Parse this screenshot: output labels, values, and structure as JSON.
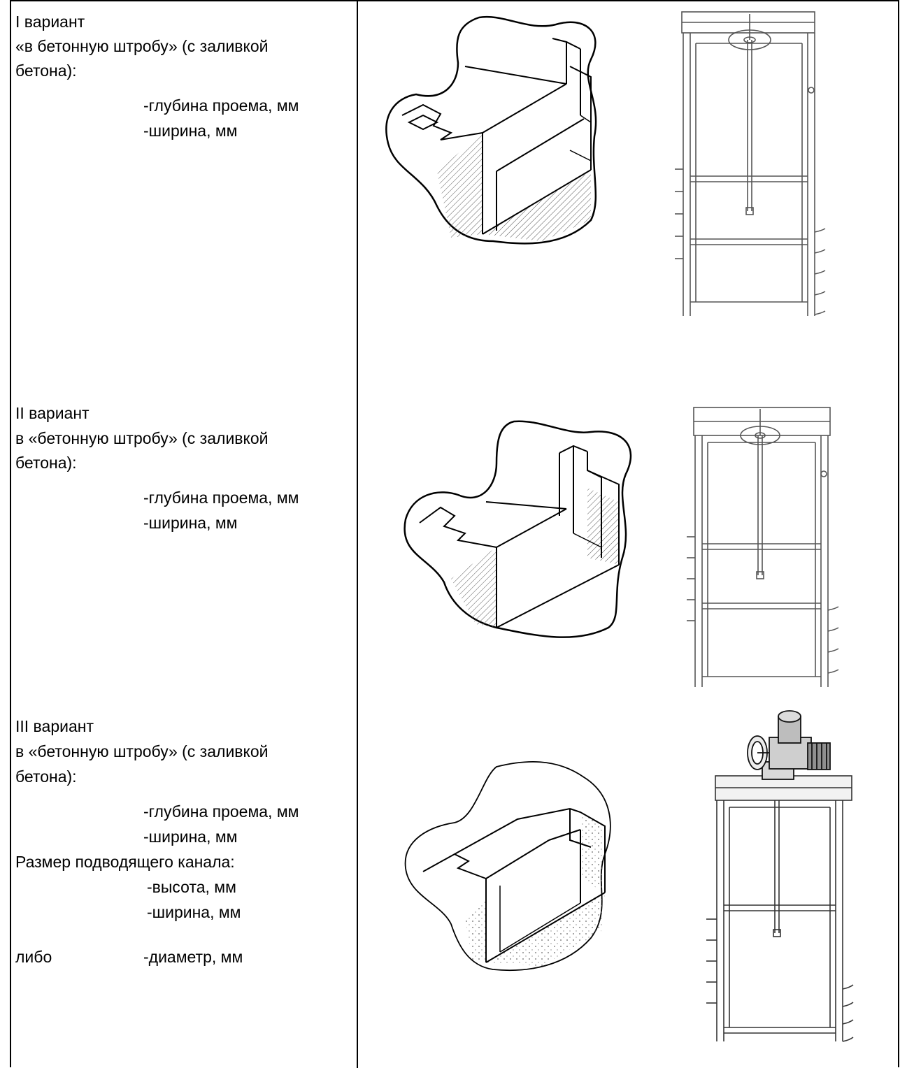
{
  "variants": [
    {
      "title": "I вариант",
      "line2": "«в бетонную штробу» (с заливкой",
      "line3": "бетона):",
      "depth": "-глубина проема, мм",
      "width": "-ширина, мм"
    },
    {
      "title": "II вариант",
      "line2": "в «бетонную штробу» (с заливкой",
      "line3": "бетона):",
      "depth": "-глубина проема, мм",
      "width": "-ширина, мм"
    },
    {
      "title": "III вариант",
      "line2": "в «бетонную штробу» (с заливкой",
      "line3": "бетона):",
      "depth": "-глубина проема, мм",
      "width": "-ширина, мм",
      "channel_heading": "Размер подводящего канала:",
      "channel_height": "-высота, мм",
      "channel_width": "-ширина, мм",
      "or_label": "либо",
      "diameter": "-диаметр, мм"
    }
  ]
}
